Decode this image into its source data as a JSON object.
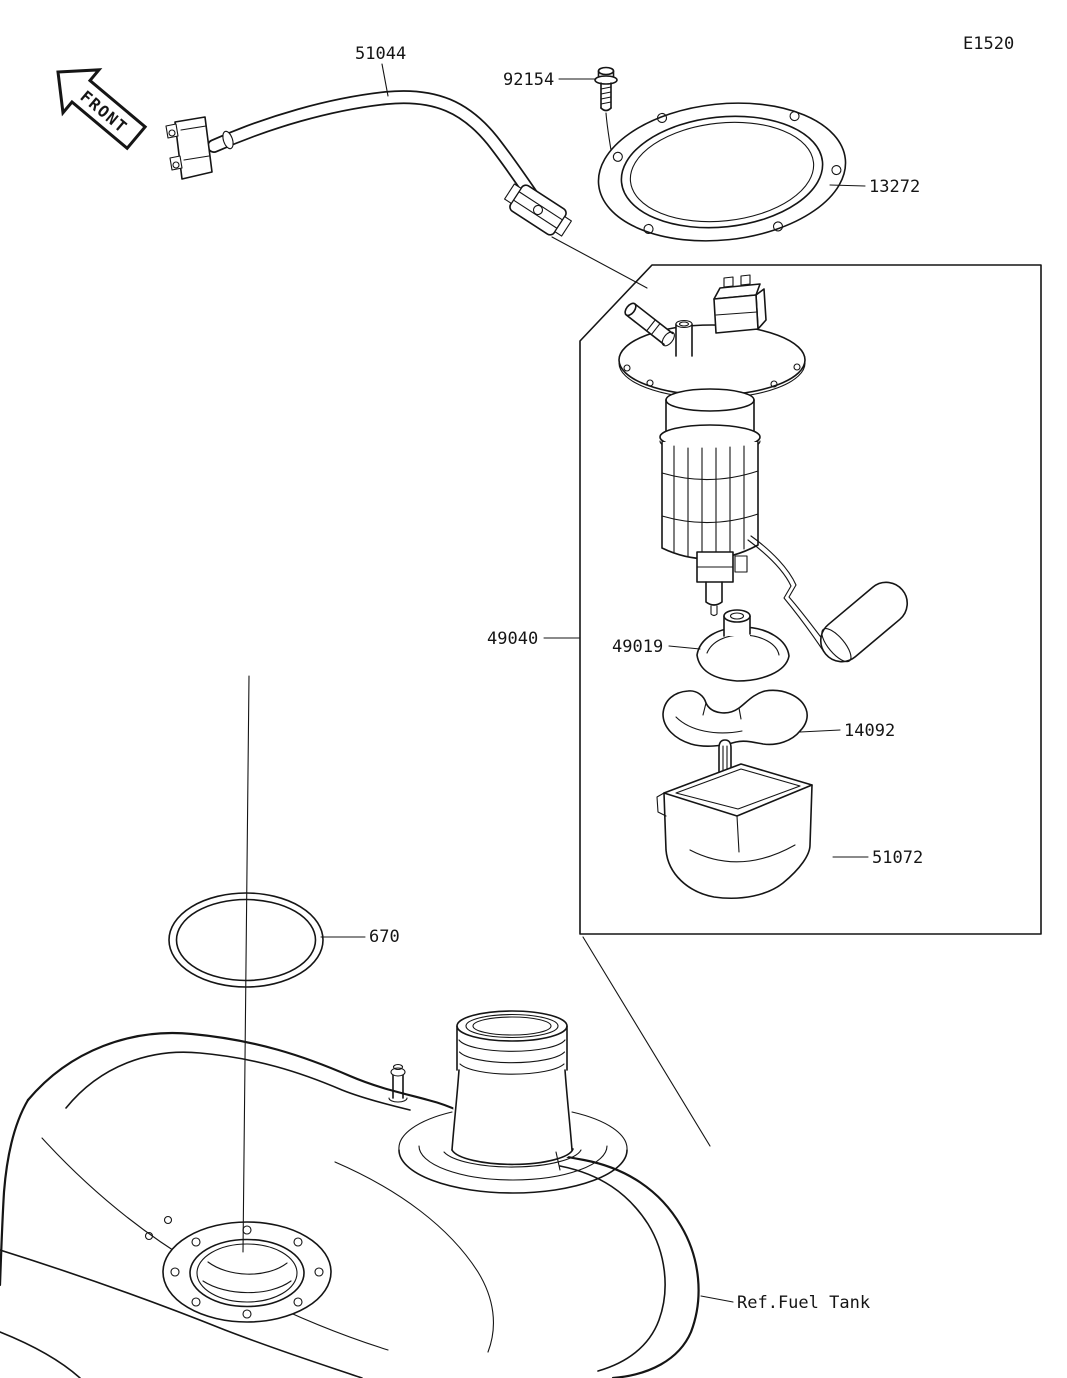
{
  "diagram": {
    "page_code": "E1520",
    "front_label": "FRONT",
    "ref_fuel_tank": "Ref.Fuel Tank",
    "background": "#ffffff",
    "line_color": "#151515",
    "parts": {
      "hose": "51044",
      "bolt": "92154",
      "gasket": "13272",
      "pump_assembly": "49040",
      "fuel_filter": "49019",
      "damper": "14092",
      "case": "51072",
      "o_ring": "670"
    }
  }
}
